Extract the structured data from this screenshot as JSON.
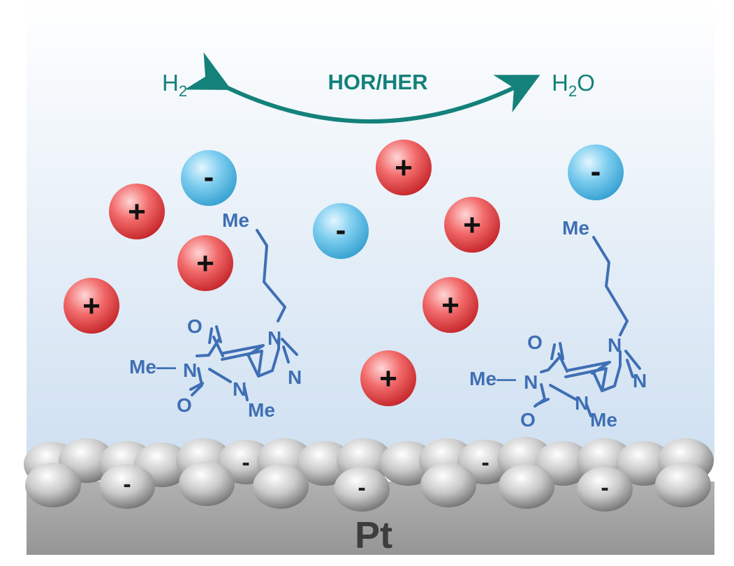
{
  "reaction": {
    "left_species": "H",
    "left_subscript": "2",
    "right_species_a": "H",
    "right_subscript": "2",
    "right_species_b": "O",
    "label": "HOR/HER"
  },
  "colors": {
    "background_top": "#ffffff",
    "background_bottom": "#cfe0f1",
    "arrow": "#14817b",
    "cation": "#e23d3d",
    "anion": "#49b8e6",
    "molecule": "#3f6fb4",
    "surface": "#a3a3a3"
  },
  "ions": {
    "cation_sign": "+",
    "anion_sign": "-"
  },
  "molecule": {
    "methyl": "Me",
    "methyl_bond": "Me—",
    "oxygen": "O",
    "nitrogen": "N",
    "imine_nitrogen": "N"
  },
  "surface": {
    "label": "Pt",
    "adsorbed_sign": "-"
  }
}
